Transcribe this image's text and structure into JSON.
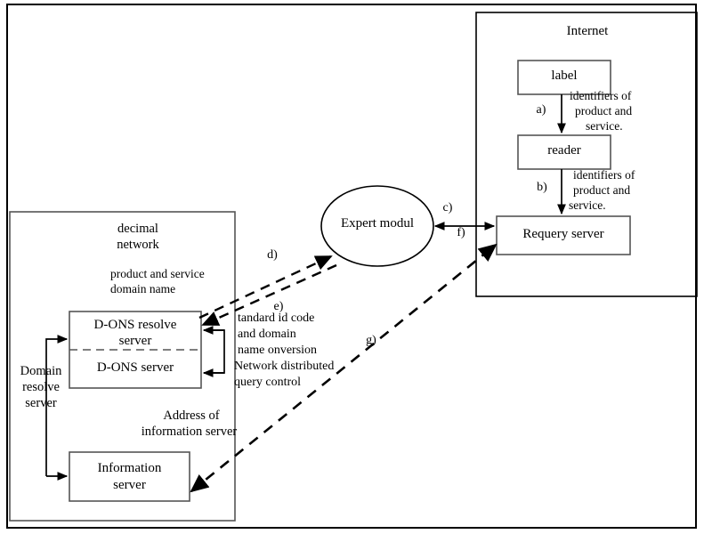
{
  "diagram": {
    "title": "D-ONS / Internet product and service query architecture",
    "frame": {
      "name": "outer-frame"
    },
    "panels": [
      {
        "id": "internet",
        "label": "Internet"
      },
      {
        "id": "decimal-network",
        "label": "decimal\nnetwork"
      }
    ],
    "nodes": {
      "label_box": "label",
      "reader_box": "reader",
      "requery_server": "Requery server",
      "expert_modul": "Expert modul",
      "dons_resolve_server": "D-ONS resolve\nserver",
      "dons_server": "D-ONS server",
      "information_server": "Information\nserver"
    },
    "node_lines": {
      "dons_resolve_server_l1": "D-ONS resolve",
      "dons_resolve_server_l2": "server",
      "information_server_l1": "Information",
      "information_server_l2": "server",
      "decimal_network_l1": "decimal",
      "decimal_network_l2": "network"
    },
    "edge_labels": {
      "a": "a)",
      "b": "b)",
      "c": "c)",
      "d": "d)",
      "e": "e)",
      "f": "f)",
      "g": "g)"
    },
    "annotations": {
      "identifiers_a": "identifiers of\nproduct and\nservice.",
      "identifiers_a_l1": "identifiers of",
      "identifiers_a_l2": "product and",
      "identifiers_a_l3": "service.",
      "identifiers_b_l1": "identifiers of",
      "identifiers_b_l2": "product and",
      "identifiers_b_l3": "service.",
      "product_service_domain_l1": "product and service",
      "product_service_domain_l2": "domain name",
      "standard_id_l1": "tandard id code",
      "standard_id_l2": "and domain",
      "standard_id_l3": "name onversion",
      "network_query_l1": "Network distributed",
      "network_query_l2": "query control",
      "domain_resolve_l1": "Domain",
      "domain_resolve_l2": "resolve",
      "domain_resolve_l3": "server",
      "address_info_l1": "Address of",
      "address_info_l2": "information server"
    },
    "colors": {
      "stroke": "#000000",
      "background": "#ffffff",
      "box_border": "#444444",
      "text": "#000000"
    }
  }
}
